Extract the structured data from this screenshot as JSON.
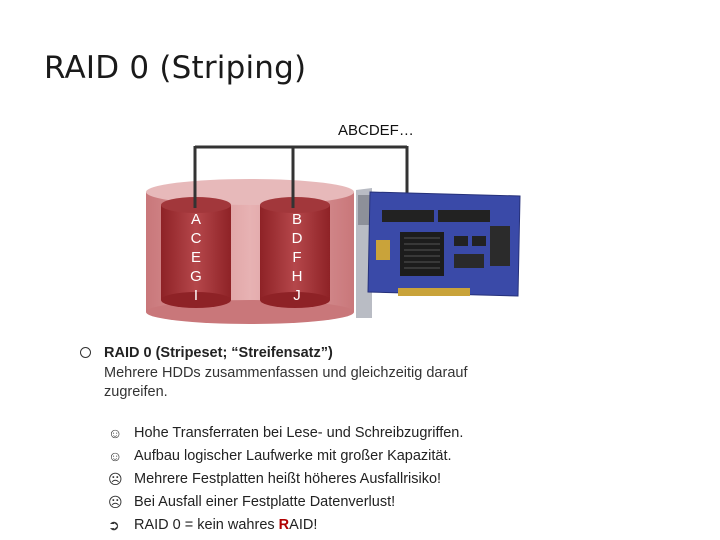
{
  "title": "RAID 0 (Striping)",
  "stream_label": "ABCDEF…",
  "disk_left": [
    "A",
    "C",
    "E",
    "G",
    "I"
  ],
  "disk_right": [
    "B",
    "D",
    "F",
    "H",
    "J"
  ],
  "main_bullet": {
    "heading": "RAID 0 (Stripeset; “Streifensatz”)",
    "description": "Mehrere HDDs zusammenfassen und gleichzeitig darauf zugreifen."
  },
  "sub_items": [
    {
      "icon": "smiley-icon",
      "glyph": "☺",
      "text": "Hohe Transferraten bei  Lese- und Schreibzugriffen."
    },
    {
      "icon": "smiley-icon",
      "glyph": "☺",
      "text": "Aufbau logischer Laufwerke mit großer Kapazität."
    },
    {
      "icon": "frowny-icon",
      "glyph": "☹",
      "text": "Mehrere Festplatten heißt höheres Ausfallrisiko!"
    },
    {
      "icon": "frowny-icon",
      "glyph": "☹",
      "text": "Bei Ausfall einer Festplatte Datenverlust!"
    }
  ],
  "last_item": {
    "icon": "arrow-right-icon",
    "glyph": "➲",
    "pre": "RAID 0  =  kein wahres ",
    "highlight": "R",
    "post": "AID!"
  },
  "colors": {
    "disk": "#a8363a",
    "disk_light": "#d98a8c",
    "board": "#3a4aa8",
    "cable": "#333333"
  }
}
